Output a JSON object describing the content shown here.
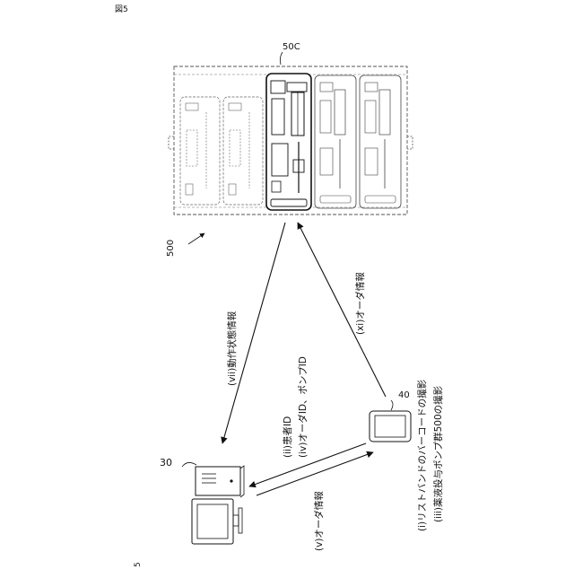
{
  "figure": {
    "title": "図5",
    "side_number": "5"
  },
  "labels": {
    "pump_group_ref": "500",
    "selected_pump_ref": "50C",
    "server_ref": "30",
    "terminal_ref": "40"
  },
  "messages": {
    "i": "(i)リストバンドのバーコードの撮影",
    "iii": "(iii)薬液投与ポンプ群500の撮影",
    "ii": "(ii)患者ID",
    "iv": "(iv)オーダID、ポンプID",
    "v": "(v)オーダ情報",
    "vii": "(vii)動作状態情報",
    "xi": "(xi)オーダ情報"
  }
}
